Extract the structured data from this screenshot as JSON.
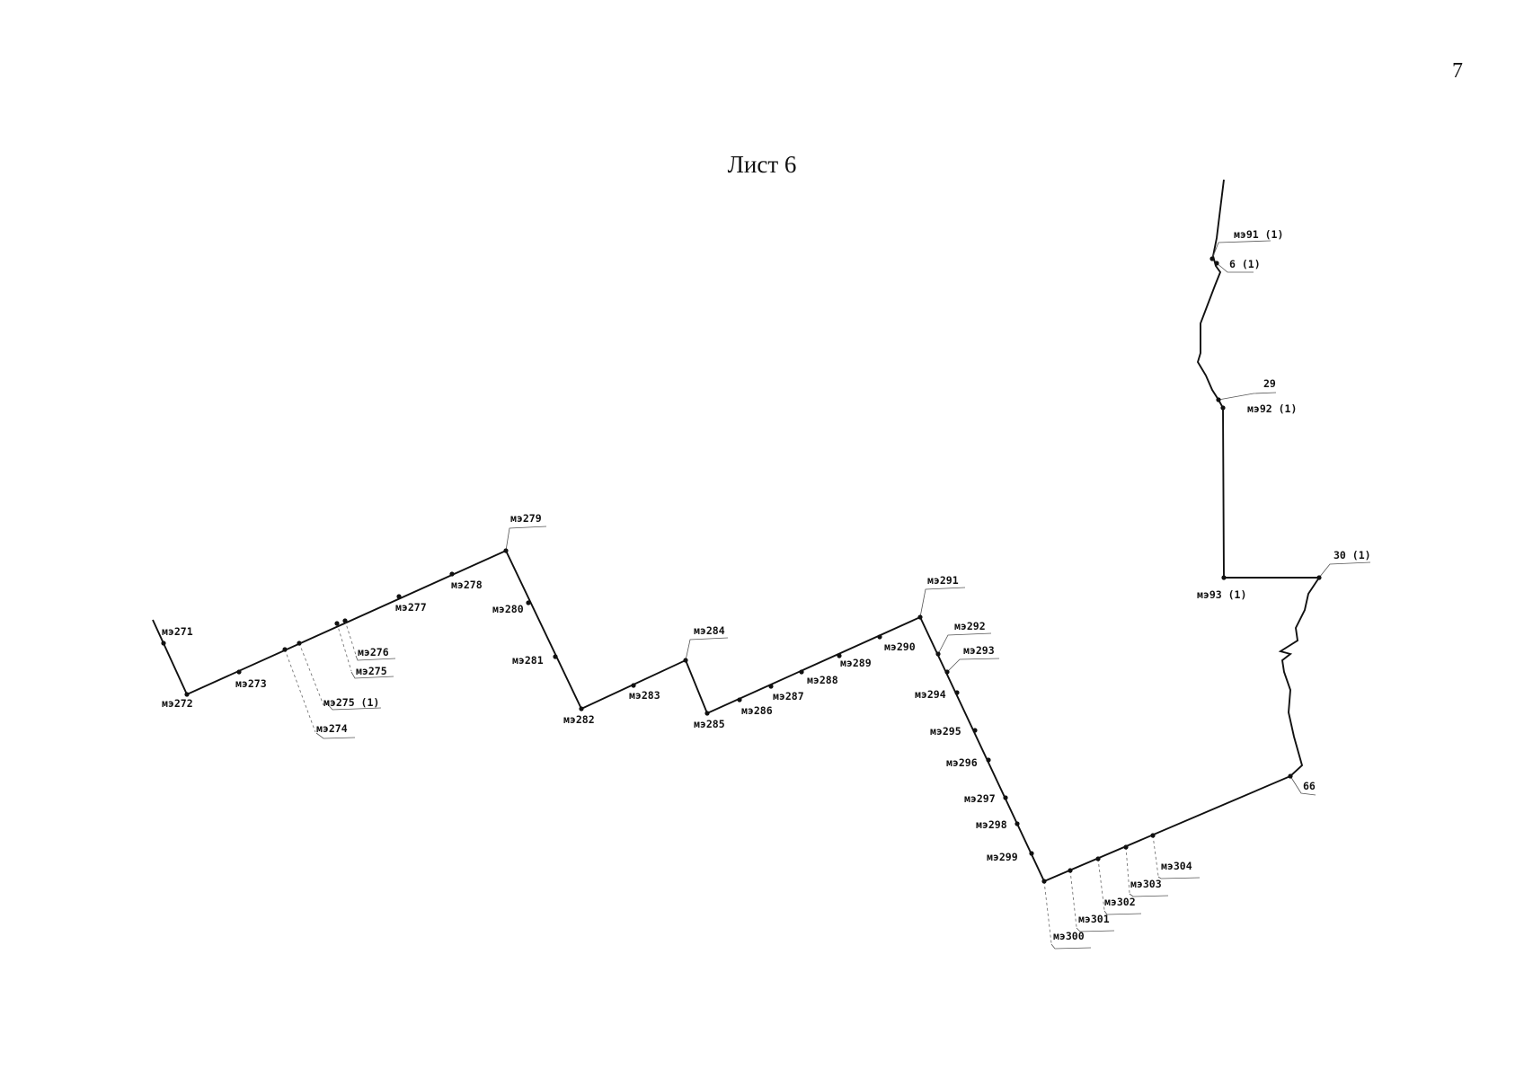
{
  "page": {
    "number": "7",
    "title": "Лист 6"
  },
  "points": {
    "mz271": "мэ271",
    "mz272": "мэ272",
    "mz273": "мэ273",
    "mz274": "мэ274",
    "mz275": "мэ275",
    "mz275_1": "мэ275 (1)",
    "mz276": "мэ276",
    "mz277": "мэ277",
    "mz278": "мэ278",
    "mz279": "мэ279",
    "mz280": "мэ280",
    "mz281": "мэ281",
    "mz282": "мэ282",
    "mz283": "мэ283",
    "mz284": "мэ284",
    "mz285": "мэ285",
    "mz286": "мэ286",
    "mz287": "мэ287",
    "mz288": "мэ288",
    "mz289": "мэ289",
    "mz290": "мэ290",
    "mz291": "мэ291",
    "mz292": "мэ292",
    "mz293": "мэ293",
    "mz294": "мэ294",
    "mz295": "мэ295",
    "mz296": "мэ296",
    "mz297": "мэ297",
    "mz298": "мэ298",
    "mz299": "мэ299",
    "mz300": "мэ300",
    "mz301": "мэ301",
    "mz302": "мэ302",
    "mz303": "мэ303",
    "mz304": "мэ304",
    "p66": "66",
    "mz91_1": "мэ91 (1)",
    "p6_1": "6 (1)",
    "p29": "29",
    "mz92_1": "мэ92 (1)",
    "mz93_1": "мэ93 (1)",
    "p30_1": "30 (1)"
  },
  "colors": {
    "line": "#111111",
    "background": "#ffffff"
  }
}
